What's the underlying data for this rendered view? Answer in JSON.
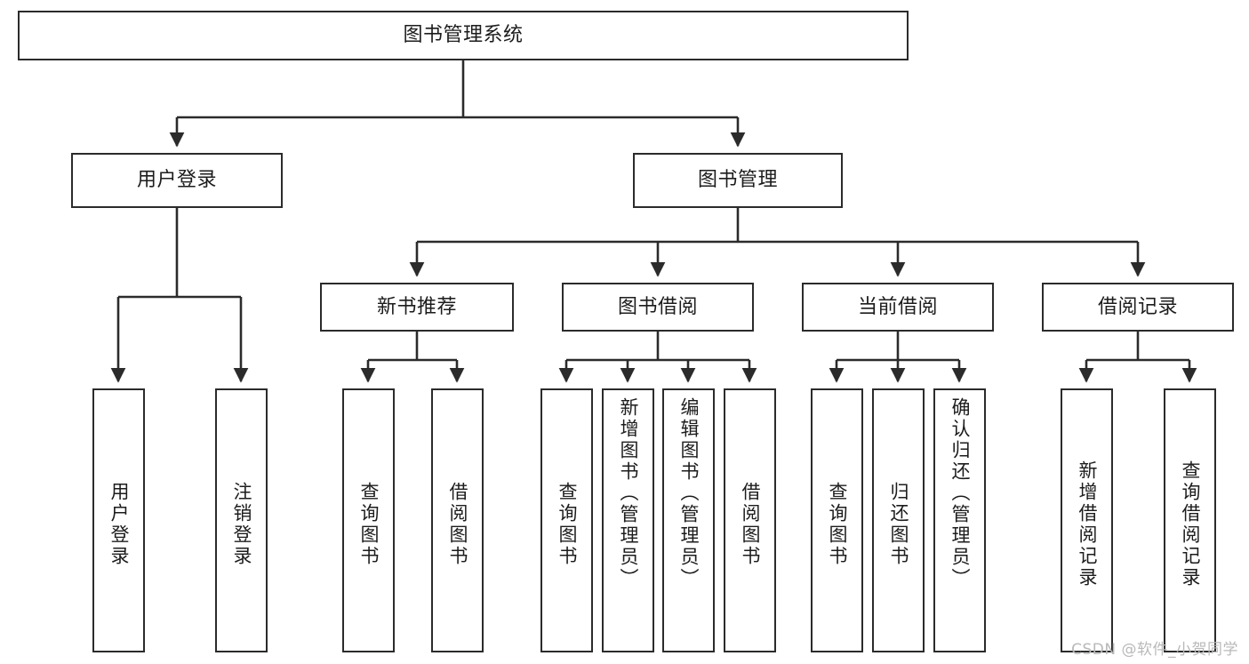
{
  "diagram": {
    "title": "图书管理系统",
    "type": "tree-hierarchy",
    "colors": {
      "stroke": "#2b2b2b",
      "fill": "#ffffff",
      "text": "#1c1c1c",
      "watermark": "#b9b9b9"
    },
    "root": {
      "label": "图书管理系统"
    },
    "level2": [
      {
        "label": "用户登录"
      },
      {
        "label": "图书管理"
      }
    ],
    "level3": [
      {
        "label": "新书推荐"
      },
      {
        "label": "图书借阅"
      },
      {
        "label": "当前借阅"
      },
      {
        "label": "借阅记录"
      }
    ],
    "leaves": {
      "user_login": [
        {
          "label": "用户登录"
        },
        {
          "label": "注销登录"
        }
      ],
      "new_book": [
        {
          "label": "查询图书"
        },
        {
          "label": "借阅图书"
        }
      ],
      "book_borrow": [
        {
          "label": "查询图书"
        },
        {
          "label": "新增图书（管理员）"
        },
        {
          "label": "编辑图书（管理员）"
        },
        {
          "label": "借阅图书"
        }
      ],
      "current_borrow": [
        {
          "label": "查询图书"
        },
        {
          "label": "归还图书"
        },
        {
          "label": "确认归还（管理员）"
        }
      ],
      "borrow_record": [
        {
          "label": "新增借阅记录"
        },
        {
          "label": "查询借阅记录"
        }
      ]
    }
  },
  "watermark": {
    "text": "CSDN @软件_小贺同学"
  }
}
